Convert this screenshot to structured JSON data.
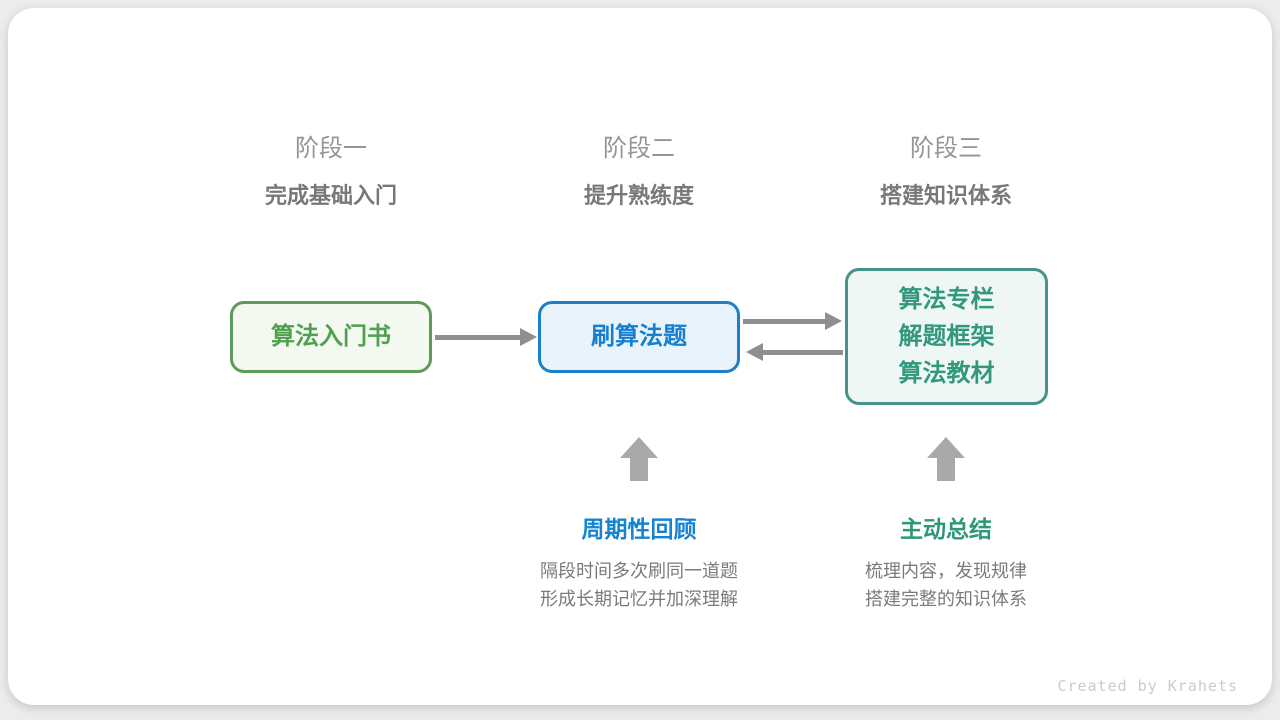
{
  "stages": [
    {
      "label": "阶段一",
      "subtitle": "完成基础入门"
    },
    {
      "label": "阶段二",
      "subtitle": "提升熟练度"
    },
    {
      "label": "阶段三",
      "subtitle": "搭建知识体系"
    }
  ],
  "nodes": [
    {
      "id": "algorithm-intro-book",
      "lines": [
        "算法入门书"
      ],
      "color": "#50a04e"
    },
    {
      "id": "practice-problems",
      "lines": [
        "刷算法题"
      ],
      "color": "#157fd0"
    },
    {
      "id": "knowledge-resources",
      "lines": [
        "算法专栏",
        "解题框架",
        "算法教材"
      ],
      "color": "#31987d"
    }
  ],
  "annotations": [
    {
      "title": "周期性回顾",
      "color": "#1583d1",
      "lines": [
        "隔段时间多次刷同一道题",
        "形成长期记忆并加深理解"
      ]
    },
    {
      "title": "主动总结",
      "color": "#2f9779",
      "lines": [
        "梳理内容，发现规律",
        "搭建完整的知识体系"
      ]
    }
  ],
  "watermark": "Created by Krahets",
  "colors": {
    "background": "#ececec",
    "card": "#ffffff",
    "stage_label": "#959595",
    "stage_subtitle": "#787878",
    "green_border": "#5d9b5b",
    "green_fill": "#f3f9f1",
    "blue_border": "#1e7fc8",
    "blue_fill": "#e9f3fc",
    "teal_border": "#47928a",
    "teal_fill": "#eff7f4",
    "flow_arrow": "#8f8f8f",
    "up_arrow": "#a9a9a9",
    "body_text": "#7b7b7b",
    "watermark_text": "#cbcbcb"
  }
}
